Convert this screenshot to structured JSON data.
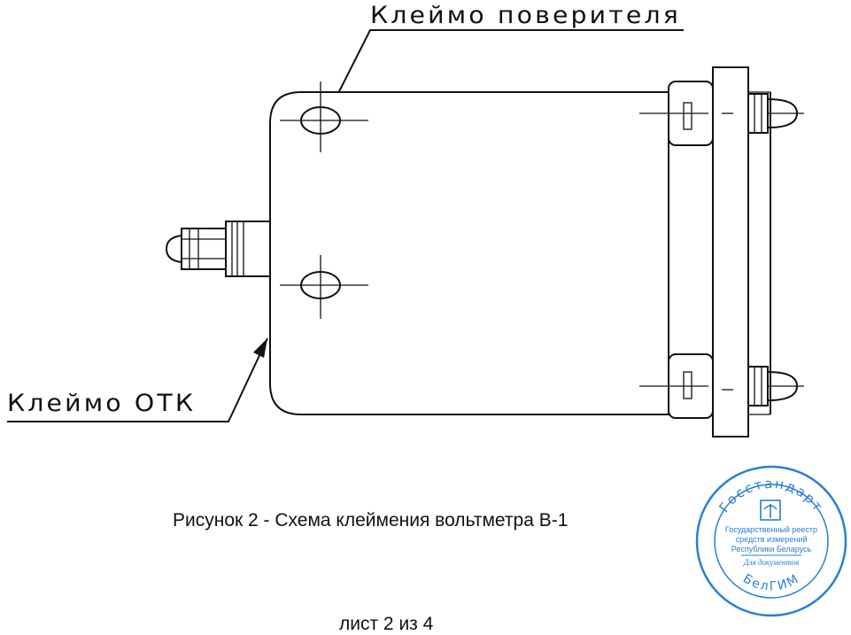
{
  "labels": {
    "verifier_mark": "Клеймо поверителя",
    "otk_mark": "Клеймо ОТК"
  },
  "caption": "Рисунок 2 - Схема клеймения вольтметра В-1",
  "sheet": "лист 2 из 4",
  "stamp": {
    "top_text": "Госстандарт",
    "registry_line1": "Государственный реестр",
    "registry_line2": "средств измерений",
    "registry_line3": "Республики Беларусь",
    "purpose": "Для документов",
    "bottom_text": "БелГИМ",
    "color": "#2a7fd4"
  }
}
